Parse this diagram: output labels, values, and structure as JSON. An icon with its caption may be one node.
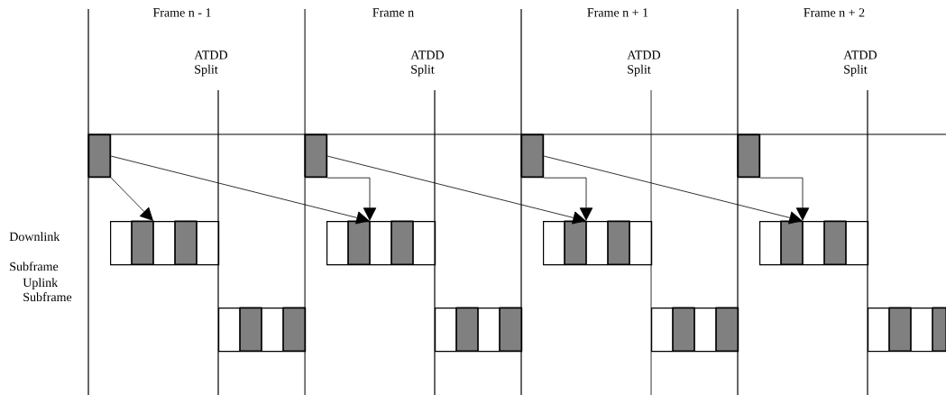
{
  "diagram": {
    "nodes": [
      {
        "text": [],
        "shape": "box"
      },
      {
        "text": [],
        "shape": "box"
      },
      {
        "text": [],
        "shape": "box"
      },
      {
        "text": [],
        "shape": "box"
      },
      {
        "text": [],
        "shape": "box"
      },
      {
        "text": [],
        "shape": "box"
      },
      {
        "text": [],
        "shape": "box"
      },
      {
        "text": [],
        "shape": "box"
      },
      {
        "text": [],
        "shape": "box"
      },
      {
        "text": [],
        "shape": "box"
      },
      {
        "text": [],
        "shape": "box"
      },
      {
        "text": [],
        "shape": "box"
      }
    ],
    "edges": [
      {
        "from": 0,
        "to": 4,
        "arrow": "to"
      },
      {
        "from": 0,
        "to": 5,
        "arrow": "to"
      },
      {
        "from": 1,
        "to": 5,
        "arrow": "to"
      },
      {
        "from": 1,
        "to": 6,
        "arrow": "to"
      },
      {
        "from": 2,
        "to": 6,
        "arrow": "to"
      },
      {
        "from": 2,
        "to": 7,
        "arrow": "to"
      },
      {
        "from": 3,
        "to": 7,
        "arrow": "to"
      }
    ],
    "labels": [
      "Frame n - 1",
      "Frame n",
      "Frame n + 1",
      "Frame n + 2",
      "ATDD Split",
      "ATDD Split",
      "ATDD Split",
      "ATDD Split",
      "Downlink",
      "Subframe",
      "Uplink Subframe"
    ]
  }
}
